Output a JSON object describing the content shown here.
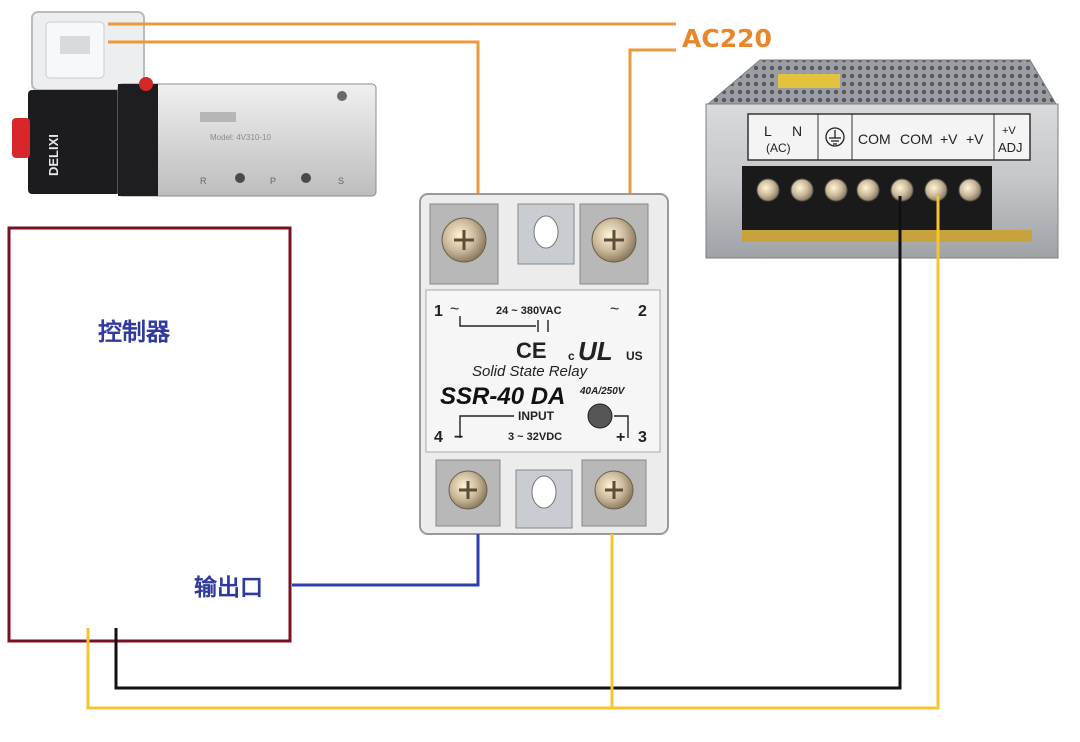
{
  "labels": {
    "ac_supply": "AC220",
    "controller": "控制器",
    "output_port": "输出口"
  },
  "valve": {
    "brand": "DELIXI",
    "model": "Model: 4V310-10",
    "ports": [
      "R",
      "P",
      "S"
    ]
  },
  "relay": {
    "terminal_1": "1",
    "terminal_2": "2",
    "terminal_3": "3",
    "terminal_4": "4",
    "ac_range": "24 ~ 380VAC",
    "ce": "CE",
    "ul": "UL",
    "ul_c": "c",
    "ul_us": "US",
    "name": "Solid State Relay",
    "model": "SSR-40 DA",
    "rating": "40A/250V",
    "input_label": "INPUT",
    "dc_range": "3 ~ 32VDC",
    "minus": "−",
    "plus": "+"
  },
  "psu": {
    "terminals": [
      "L",
      "N",
      "",
      "COM",
      "COM",
      "+V",
      "+V",
      "+V"
    ],
    "ac_note": "(AC)",
    "adj": "ADJ"
  },
  "colors": {
    "ac_wire": "#e89a3c",
    "signal_wire": "#2f3db0",
    "dc_positive_wire": "#f2c531",
    "dc_negative_wire": "#111111",
    "controller_border": "#7a1020",
    "label_blue": "#2e3a9e",
    "ac_label": "#e8862a"
  }
}
